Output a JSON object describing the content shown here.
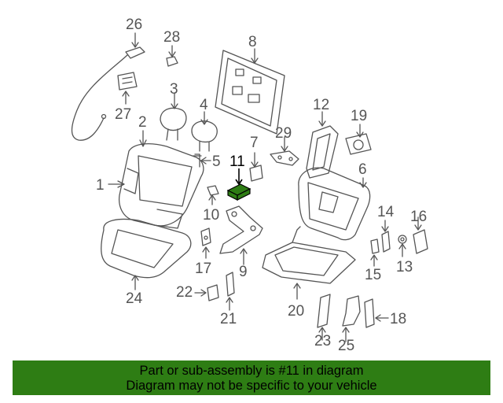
{
  "diagram": {
    "highlight_part": "11",
    "highlight_color": "#2e7d14",
    "line_color": "#555555",
    "labels": {
      "p1": "1",
      "p2": "2",
      "p3": "3",
      "p4": "4",
      "p5": "5",
      "p6": "6",
      "p7": "7",
      "p8": "8",
      "p9": "9",
      "p10": "10",
      "p11": "11",
      "p12": "12",
      "p13": "13",
      "p14": "14",
      "p15": "15",
      "p16": "16",
      "p17": "17",
      "p18": "18",
      "p19": "19",
      "p20": "20",
      "p21": "21",
      "p22": "22",
      "p23": "23",
      "p24": "24",
      "p25": "25",
      "p26": "26",
      "p27": "27",
      "p28": "28",
      "p29": "29"
    }
  },
  "footer": {
    "line1": "Part or sub-assembly is #11 in diagram",
    "line2": "Diagram may not be specific to your vehicle",
    "background": "#2e7d14"
  }
}
